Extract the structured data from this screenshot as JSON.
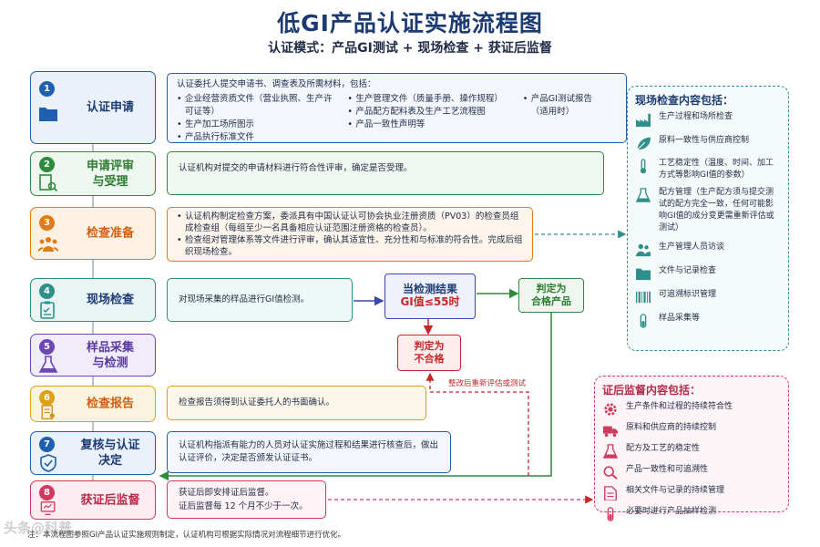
{
  "title": "低GI产品认证实施流程图",
  "subtitle": "认证模式：产品GI测试 + 现场检查 + 获证后监督",
  "steps": [
    {
      "num": "1",
      "label": "认证申请",
      "icon": "folder-icon"
    },
    {
      "num": "2",
      "label": "申请评审\n与受理",
      "icon": "document-search-icon"
    },
    {
      "num": "3",
      "label": "检查准备",
      "icon": "team-icon"
    },
    {
      "num": "4",
      "label": "现场检查",
      "icon": "clipboard-check-icon"
    },
    {
      "num": "5",
      "label": "样品采集\n与检测",
      "icon": "flask-icon"
    },
    {
      "num": "6",
      "label": "检查报告",
      "icon": "report-icon"
    },
    {
      "num": "7",
      "label": "复核与认证\n决定",
      "icon": "shield-check-icon"
    },
    {
      "num": "8",
      "label": "获证后监督",
      "icon": "monitor-icon"
    }
  ],
  "desc1": {
    "intro": "认证委托人提交申请书、调查表及所需材料，包括：",
    "col1": [
      "企业经营资质文件（营业执照、生产许可证等）",
      "生产加工场所图示",
      "产品执行标准文件"
    ],
    "col2": [
      "生产管理文件（质量手册、操作规程）",
      "产品配方配料表及生产工艺流程图",
      "产品一致性声明等"
    ],
    "col3": [
      "产品GI测试报告（适用时）"
    ]
  },
  "desc2": "认证机构对提交的申请材料进行符合性评审，确定是否受理。",
  "desc3": [
    "认证机构制定检查方案，委派具有中国认证认可协会执业注册资质（PV03）的检查员组成检查组（每组至少一名具备相应认证范围注册资格的检查员）。",
    "检查组对管理体系等文件进行评审，确认其适宜性、充分性和与标准的符合性。完成后组织现场检查。"
  ],
  "desc4": "对现场采集的样品进行GI值检测。",
  "desc6": "检查报告须得到认证委托人的书面确认。",
  "desc7": "认证机构指派有能力的人员对认证实施过程和结果进行核查后，做出认证评价，决定是否颁发认证证书。",
  "desc8": [
    "获证后即安排证后监督。",
    "证后监督每 12 个月不少于一次。"
  ],
  "condition": {
    "line1": "当检测结果",
    "line2": "GI值≤55时"
  },
  "pass": "判定为\n合格产品",
  "fail": "判定为\n不合格",
  "feedback": "整改后重新评估或测试",
  "panel_inspection": {
    "title": "现场检查内容包括：",
    "items": [
      {
        "icon": "factory-icon",
        "text": "生产过程和场所检查"
      },
      {
        "icon": "leaf-icon",
        "text": "原料一致性与供应商控制"
      },
      {
        "icon": "thermometer-icon",
        "text": "工艺稳定性（温度、时间、加工方式等影响GI值的参数）"
      },
      {
        "icon": "flask-icon",
        "text": "配方管理（生产配方须与提交测试的配方完全一致，任何可能影响GI值的成分变更需重新评估或测试）"
      },
      {
        "icon": "people-icon",
        "text": "生产管理人员访谈"
      },
      {
        "icon": "folder-icon",
        "text": "文件与记录检查"
      },
      {
        "icon": "barcode-icon",
        "text": "可追溯标识管理"
      },
      {
        "icon": "test-tube-icon",
        "text": "样品采集等"
      }
    ]
  },
  "panel_supervision": {
    "title": "证后监督内容包括：",
    "items": [
      {
        "icon": "gear-icon",
        "text": "生产条件和过程的持续符合性"
      },
      {
        "icon": "truck-icon",
        "text": "原料和供应商的持续控制"
      },
      {
        "icon": "flask-icon",
        "text": "配方及工艺的稳定性"
      },
      {
        "icon": "magnifier-icon",
        "text": "产品一致性和可追溯性"
      },
      {
        "icon": "document-icon",
        "text": "相关文件与记录的持续管理"
      },
      {
        "icon": "test-tube-icon",
        "text": "必要时进行产品抽样检测"
      }
    ]
  },
  "footnote": "注：本流程图参照GI产品认证实施规则制定，认证机构可根据实际情况对流程细节进行优化。",
  "watermark": "头条@科普",
  "colors": {
    "blue": "#1e5fae",
    "green": "#2e8b3e",
    "orange": "#e07b1a",
    "teal": "#2f8f8a",
    "purple": "#6b46b5",
    "red": "#c62828",
    "pink": "#d13a5e",
    "navy": "#1d3b73"
  }
}
